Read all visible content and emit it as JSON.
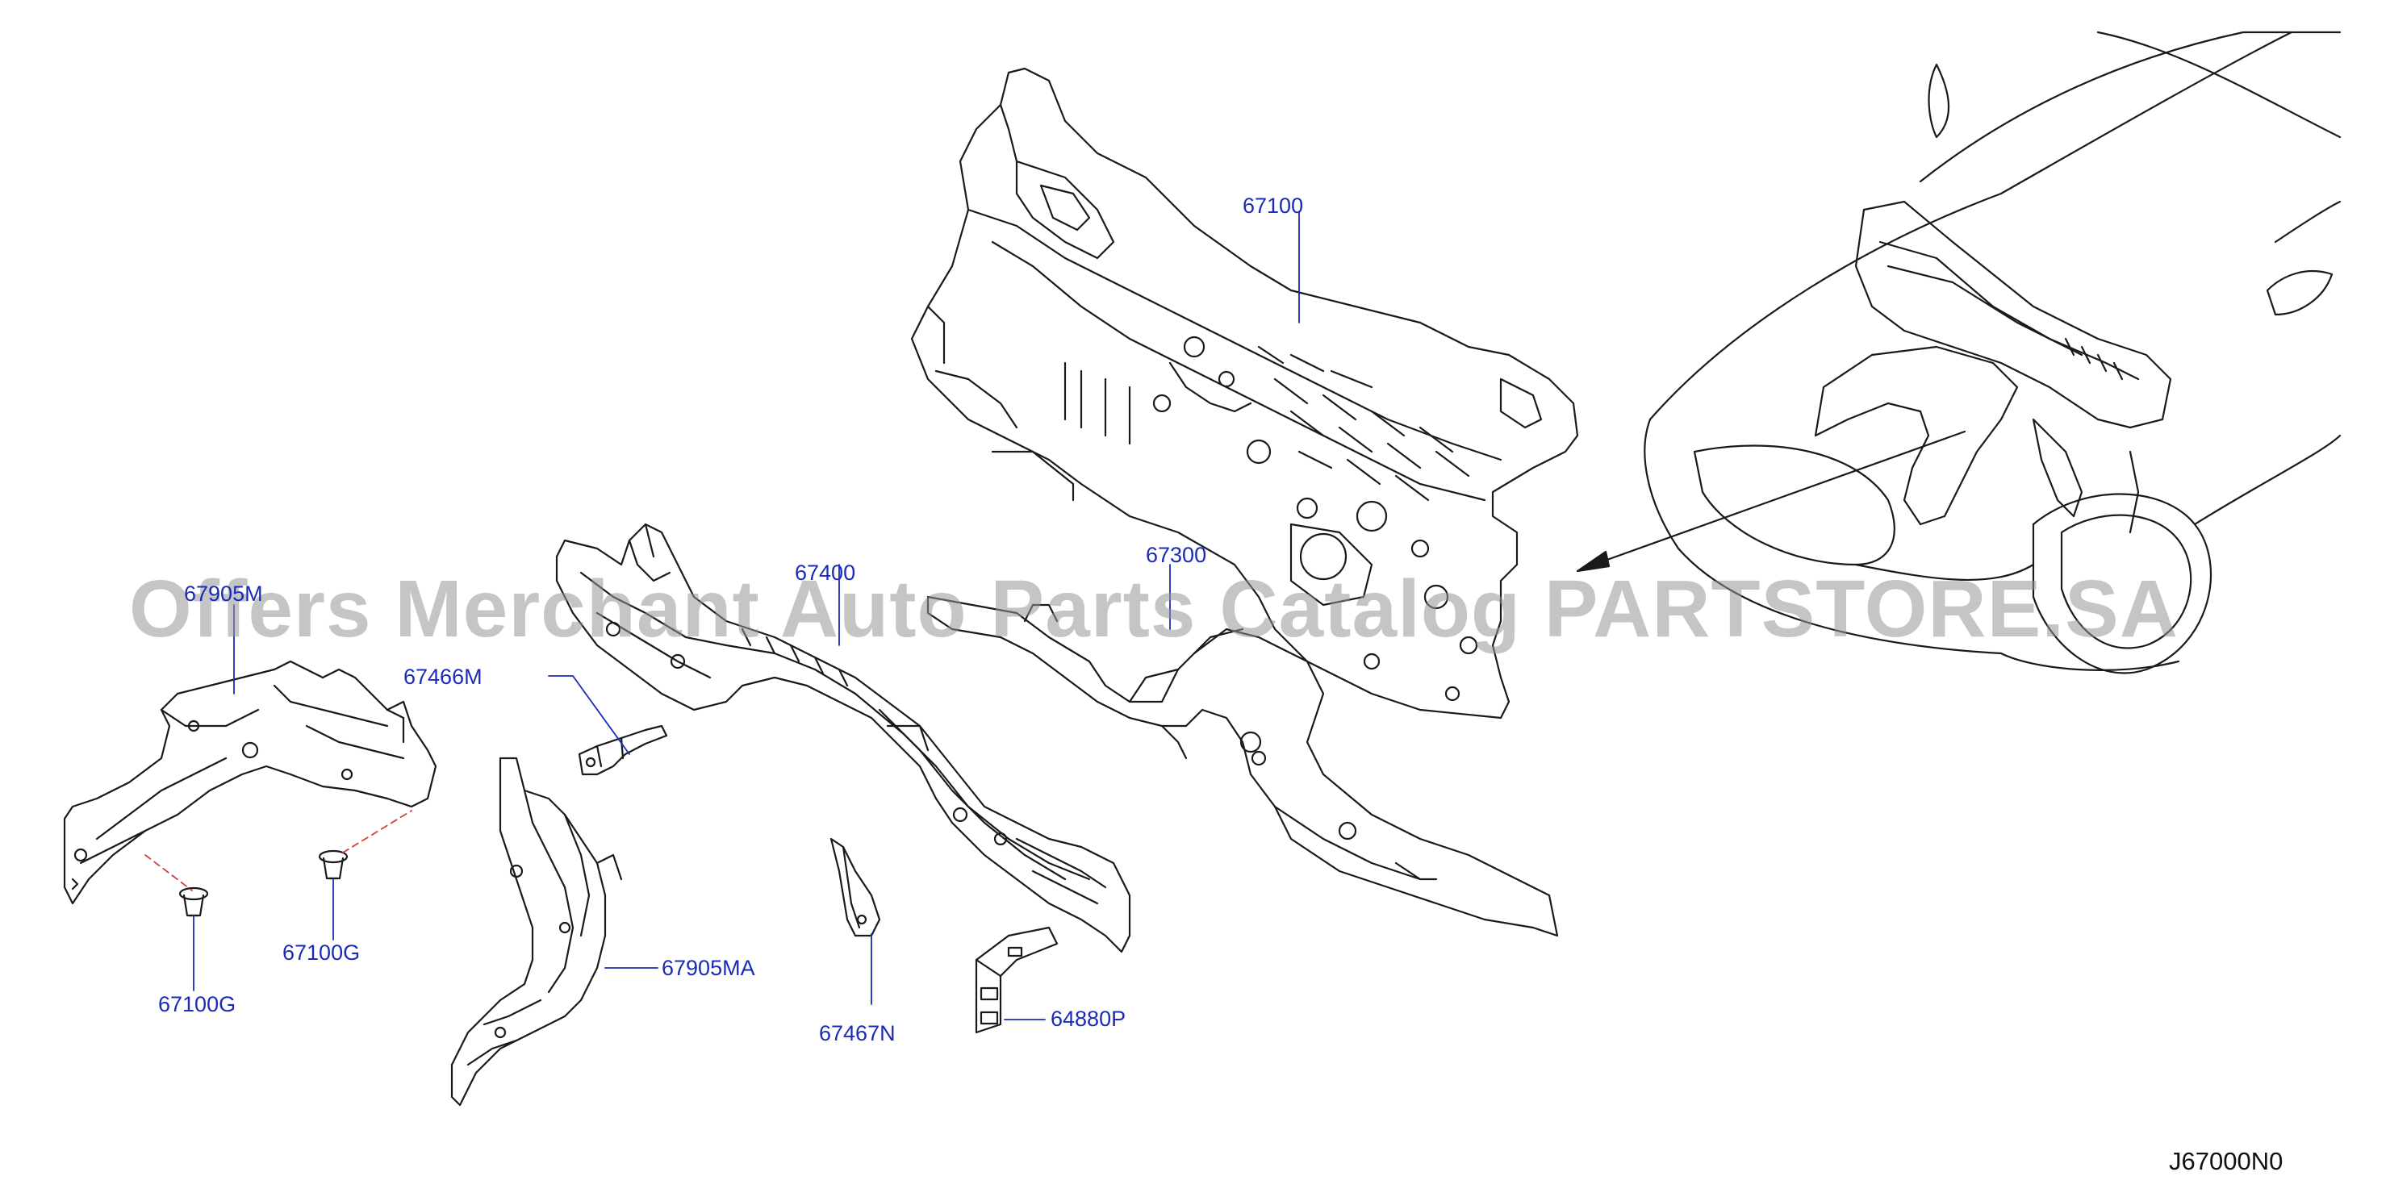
{
  "watermark": "Offers Merchant Auto Parts Catalog PARTSTORE.SA",
  "diagram_code": "J67000N0",
  "parts": {
    "dash_panel": "67100",
    "cowl_top": "67300",
    "dash_cross_member": "67400",
    "bracket_upper": "67466M",
    "bracket_lower": "67467N",
    "insulator_left": "67905M",
    "insulator_right": "67905MA",
    "clip_left": "67100G",
    "clip_right": "67100G",
    "bracket_small": "64880P"
  },
  "colors": {
    "label": "#1a2bb8",
    "linework": "#1a1a1a",
    "leader": "#1a2bb8",
    "dashed_leader": "#d23c3c"
  }
}
